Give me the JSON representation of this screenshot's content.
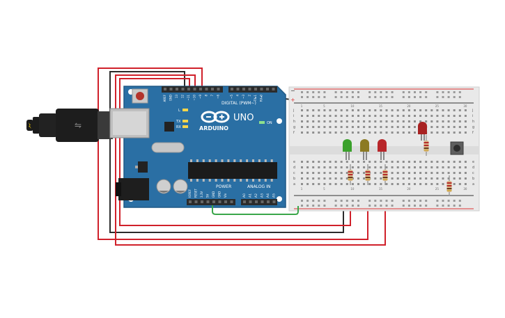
{
  "board": {
    "brand": "ARDUINO",
    "model": "UNO",
    "digital_header_label": "DIGITAL (PWM~)",
    "power_header_label": "POWER",
    "analog_header_label": "ANALOG IN",
    "on_label": "ON",
    "l_label": "L",
    "tx_label": "TX",
    "rx_label": "RX",
    "digital_pins": [
      "AREF",
      "GND",
      "13",
      "12",
      "~11",
      "~10",
      "~9",
      "8",
      "7",
      "~6",
      "~5",
      "4",
      "~3",
      "2",
      "TX▸1",
      "RX◂0"
    ],
    "power_pins": [
      "IOREF",
      "RESET",
      "3.3V",
      "5V",
      "GND",
      "GND",
      "Vin"
    ],
    "analog_pins": [
      "A0",
      "A1",
      "A2",
      "A3",
      "A4",
      "A5"
    ],
    "colors": {
      "pcb": "#2a6fa4",
      "pcb_edge": "#1f5985",
      "header": "#2b2b2b",
      "silk": "#ffffff"
    }
  },
  "breadboard": {
    "row_letters_top": [
      "j",
      "i",
      "h",
      "g",
      "f"
    ],
    "row_letters_bottom": [
      "e",
      "d",
      "c",
      "b",
      "a"
    ],
    "columns": [
      "1",
      "5",
      "10",
      "15",
      "20",
      "25",
      "30"
    ],
    "rail_plus": "+",
    "rail_minus": "−",
    "colors": {
      "body": "#e9e9e9",
      "rail_red": "#d33",
      "rail_blue": "#333"
    }
  },
  "components": {
    "leds": [
      {
        "name": "led-green",
        "color": "#3aa12b"
      },
      {
        "name": "led-yellow",
        "color": "#8c7a22"
      },
      {
        "name": "led-red",
        "color": "#b8262a"
      },
      {
        "name": "led-red-2",
        "color": "#a82222"
      }
    ],
    "resistor_count": 5,
    "button": "pushbutton"
  },
  "wires": {
    "red": "#d0202a",
    "black": "#2b2b2b",
    "green": "#3aa64a"
  }
}
